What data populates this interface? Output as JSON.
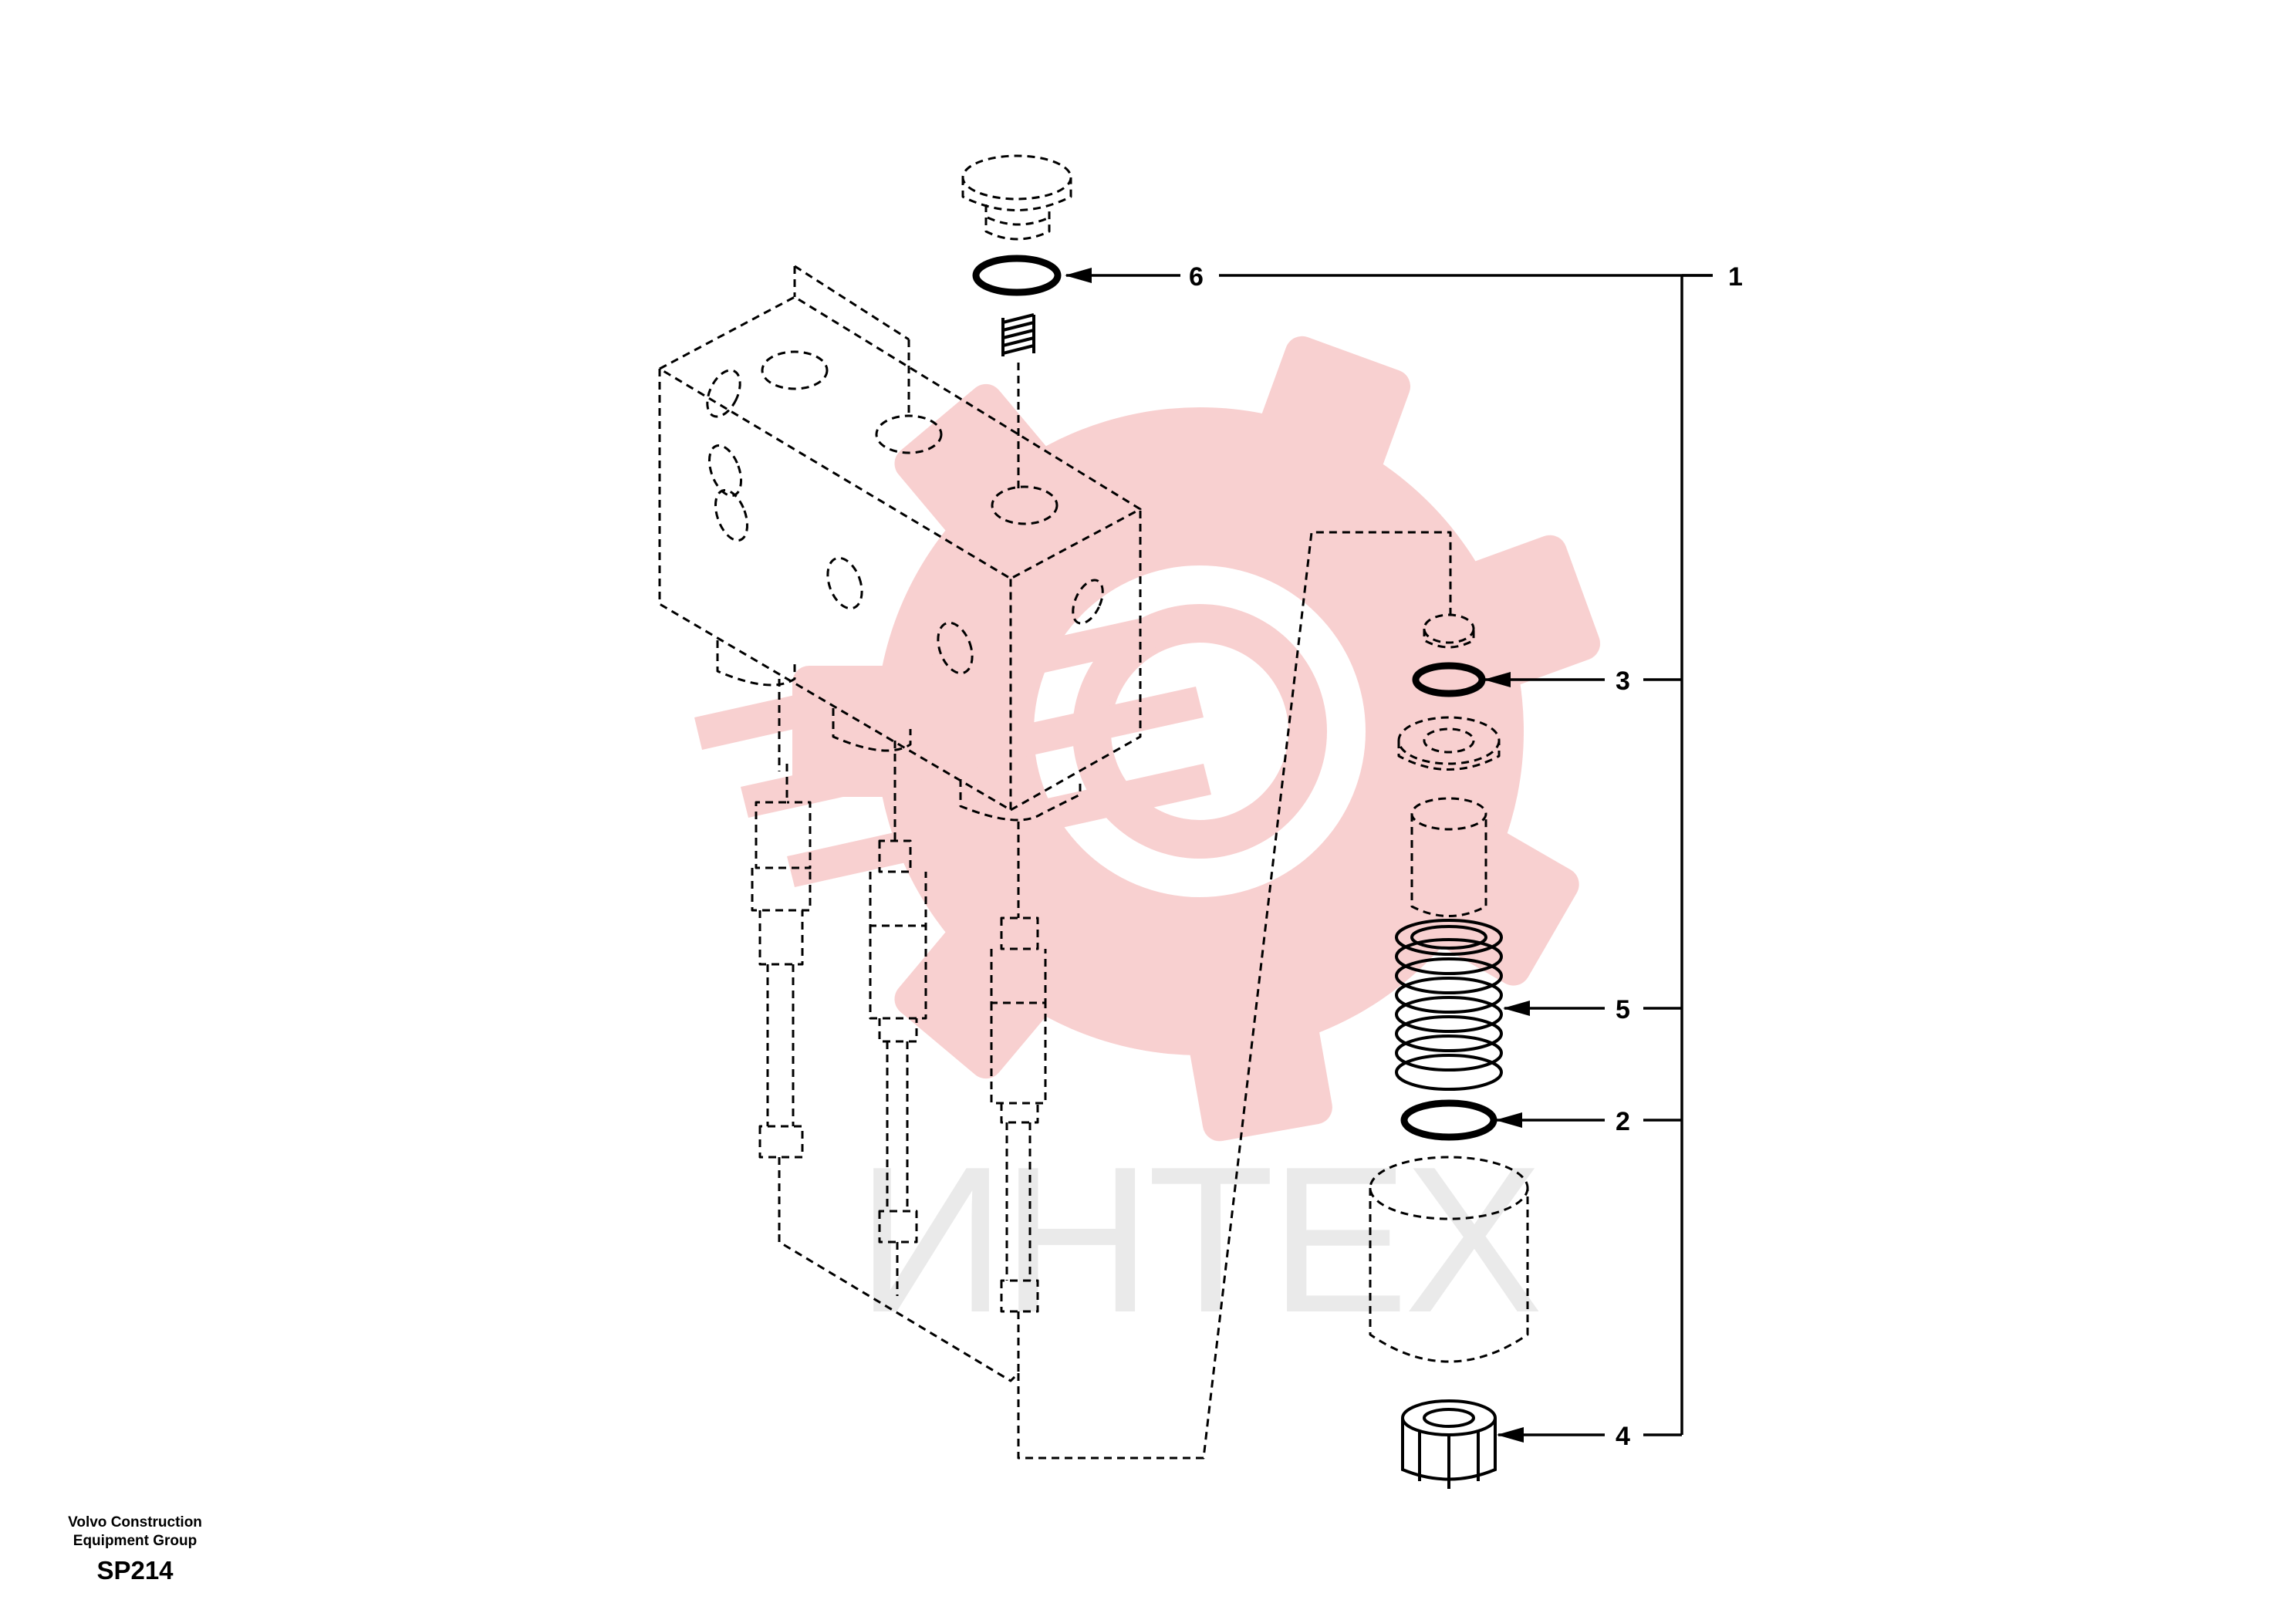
{
  "diagram": {
    "callouts": [
      "1",
      "2",
      "3",
      "4",
      "5",
      "6"
    ]
  },
  "watermark": {
    "text": "ИНТЕХ",
    "color": "#f5c7c7"
  },
  "footer": {
    "company_line1": "Volvo Construction",
    "company_line2": "Equipment Group",
    "sheet_code": "SP214"
  }
}
